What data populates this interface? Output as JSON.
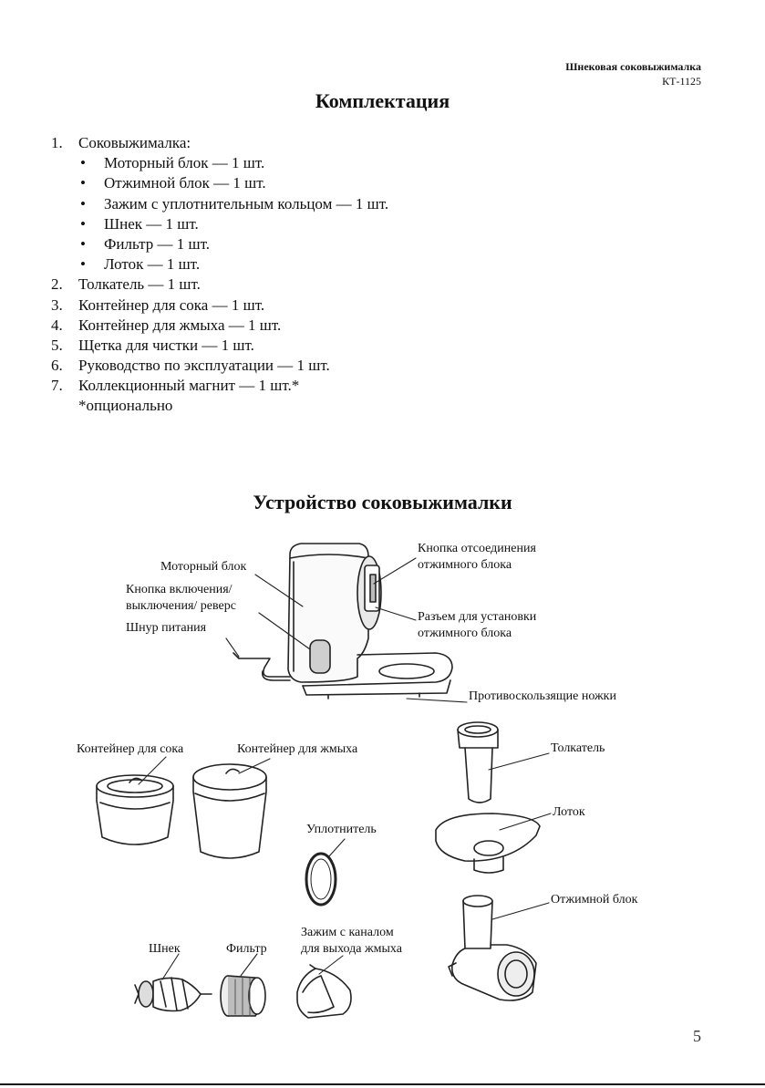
{
  "header": {
    "brand": "Шнековая соковыжималка",
    "model": "КТ-1125"
  },
  "kit": {
    "title": "Комплектация",
    "items": [
      {
        "num": "1.",
        "text": "Соковыжималка:"
      },
      {
        "bullet": "•",
        "text": "Моторный блок — 1 шт."
      },
      {
        "bullet": "•",
        "text": "Отжимной блок — 1 шт."
      },
      {
        "bullet": "•",
        "text": "Зажим с уплотнительным кольцом — 1 шт."
      },
      {
        "bullet": "•",
        "text": "Шнек — 1 шт."
      },
      {
        "bullet": "•",
        "text": "Фильтр — 1 шт."
      },
      {
        "bullet": "•",
        "text": "Лоток — 1 шт."
      },
      {
        "num": "2.",
        "text": "Толкатель — 1 шт."
      },
      {
        "num": "3.",
        "text": "Контейнер для сока — 1 шт."
      },
      {
        "num": "4.",
        "text": "Контейнер для жмыха — 1 шт."
      },
      {
        "num": "5.",
        "text": "Щетка для чистки — 1 шт."
      },
      {
        "num": "6.",
        "text": "Руководство по эксплуатации — 1 шт."
      },
      {
        "num": "7.",
        "text": "Коллекционный магнит — 1 шт.*"
      },
      {
        "text": "*опционально"
      }
    ]
  },
  "device": {
    "title": "Устройство соковыжималки",
    "labels": {
      "motor_block": "Моторный блок",
      "power_button_1": "Кнопка включения/",
      "power_button_2": "выключения/ реверс",
      "power_cord": "Шнур питания",
      "release_button_1": "Кнопка отсоединения",
      "release_button_2": "отжимного блока",
      "socket_1": "Разъем для установки",
      "socket_2": "отжимного блока",
      "feet": "Противоскользящие ножки",
      "juice_container": "Контейнер для сока",
      "pulp_container": "Контейнер для жмыха",
      "pusher": "Толкатель",
      "tray": "Лоток",
      "seal": "Уплотнитель",
      "squeeze_block": "Отжимной блок",
      "clamp_1": "Зажим с каналом",
      "clamp_2": "для выхода жмыха",
      "auger": "Шнек",
      "filter": "Фильтр"
    }
  },
  "page_number": "5"
}
